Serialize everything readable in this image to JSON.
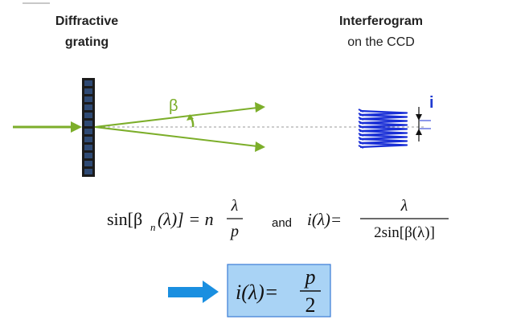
{
  "labels": {
    "grating_line1": "Diffractive",
    "grating_line2": "grating",
    "ccd_line1": "Interferogram",
    "ccd_line2": "on the CCD",
    "beta": "β",
    "fringe_spacing": "i"
  },
  "equations": {
    "eq1_lhs": "sin[β",
    "eq1_sub": "n",
    "eq1_arg": "(λ)] = n",
    "eq1_num": "λ",
    "eq1_den": "p",
    "connector": "and",
    "eq2_lhs": "i(λ)=",
    "eq2_num": "λ",
    "eq2_den": "2sin[β(λ)]",
    "result_lhs": "i(λ)=",
    "result_num": "p",
    "result_den": "2"
  },
  "colors": {
    "beam": "#7cae2a",
    "grating_cell": "#2f4a74",
    "grating_border": "#1b1b1b",
    "fringe": "#1a2fd6",
    "spacing_label": "#1f3bd1",
    "result_arrow": "#1a8fe0",
    "result_box_fill": "#a9d3f5",
    "result_box_border": "#3a7bd5",
    "axis_dash": "#9a9a9a"
  }
}
